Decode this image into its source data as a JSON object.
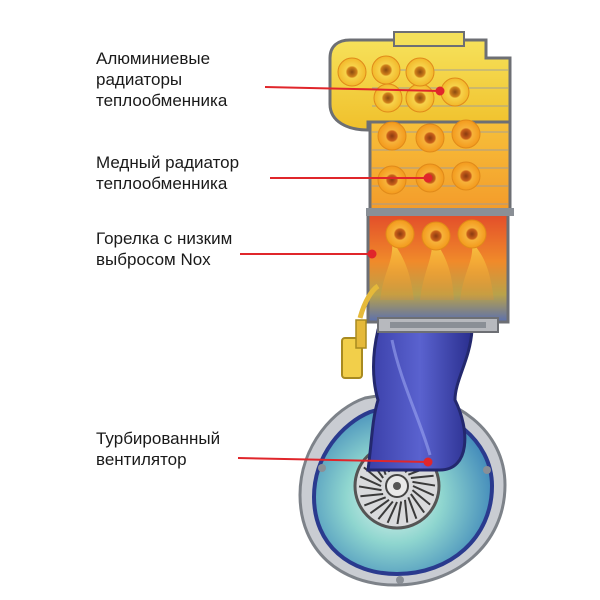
{
  "labels": [
    {
      "lines": [
        "Алюминиевые",
        "радиаторы",
        "теплообменника"
      ]
    },
    {
      "lines": [
        "Медный радиатор",
        "теплообменника"
      ]
    },
    {
      "lines": [
        "Горелка с низким",
        "выбросом Nox"
      ]
    },
    {
      "lines": [
        "Турбированный",
        "вентилятор"
      ]
    }
  ],
  "colors": {
    "leader": "#e0262b",
    "aluminium_section": "#f2cf2a",
    "tube": "#f39a1c",
    "flame": "#e8572a",
    "fan_housing": "#2f3ea5",
    "fan_interior": "#6fc6c8",
    "casing": "#8a8f96"
  }
}
